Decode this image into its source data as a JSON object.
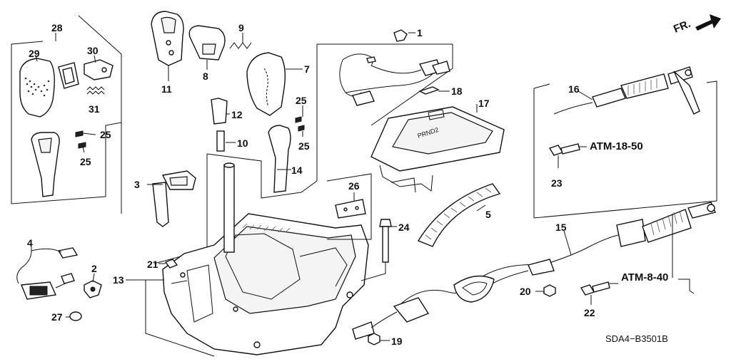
{
  "diagram_code": "SDA4−B3501B",
  "direction_label": "FR.",
  "references": {
    "ref_top": "ATM-18-50",
    "ref_bottom": "ATM-8-40"
  },
  "callouts": {
    "c1": "1",
    "c2": "2",
    "c3": "3",
    "c4": "4",
    "c5": "5",
    "c7": "7",
    "c8": "8",
    "c9": "9",
    "c10": "10",
    "c11": "11",
    "c12": "12",
    "c13": "13",
    "c14": "14",
    "c15": "15",
    "c16": "16",
    "c17": "17",
    "c18": "18",
    "c19": "19",
    "c20": "20",
    "c21": "21",
    "c22a": "22",
    "c23a": "23",
    "c24": "24",
    "c25a": "25",
    "c25b": "25",
    "c25c": "25",
    "c25d": "25",
    "c26": "26",
    "c27": "27",
    "c28": "28",
    "c29": "29",
    "c30": "30",
    "c31": "31"
  },
  "shift_indicator_letters": "PRND2"
}
